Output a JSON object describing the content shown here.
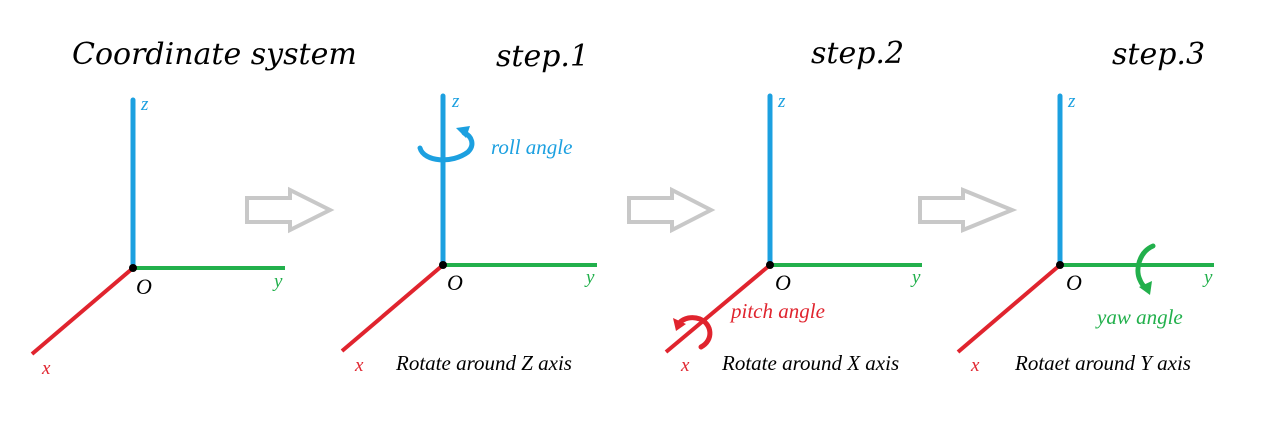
{
  "colors": {
    "x_axis": "#e0242e",
    "y_axis": "#22b04c",
    "z_axis": "#1ca0e0",
    "arrow": "#c8c8c8",
    "origin_dot": "#000000"
  },
  "panels": [
    {
      "title": "Coordinate system",
      "x_label": "x",
      "y_label": "y",
      "z_label": "z",
      "origin_label": "O",
      "caption": "",
      "angle_label": ""
    },
    {
      "title": "step.1",
      "x_label": "x",
      "y_label": "y",
      "z_label": "z",
      "origin_label": "O",
      "caption": "Rotate around Z axis",
      "angle_label": "roll angle",
      "rotation_axis": "z",
      "rotation_icon": "curved-rotation-arrow-icon"
    },
    {
      "title": "step.2",
      "x_label": "x",
      "y_label": "y",
      "z_label": "z",
      "origin_label": "O",
      "caption": "Rotate around X axis",
      "angle_label": "pitch angle",
      "rotation_axis": "x",
      "rotation_icon": "curved-rotation-arrow-icon"
    },
    {
      "title": "step.3",
      "x_label": "x",
      "y_label": "y",
      "z_label": "z",
      "origin_label": "O",
      "caption": "Rotaet around Y axis",
      "angle_label": "yaw angle",
      "rotation_axis": "y",
      "rotation_icon": "curved-rotation-arrow-icon"
    }
  ],
  "flow_arrows": [
    "hollow-right-arrow-icon",
    "hollow-right-arrow-icon",
    "hollow-right-arrow-icon"
  ]
}
